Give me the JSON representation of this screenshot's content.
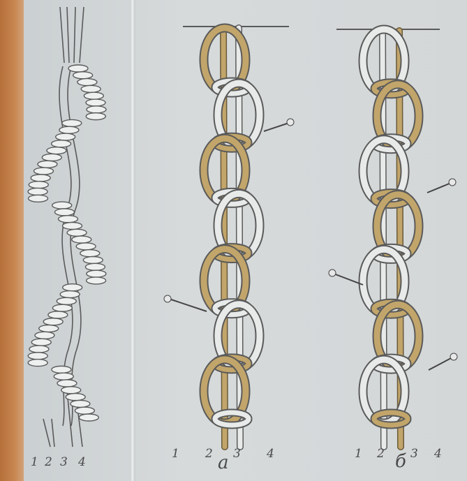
{
  "panel_left": {
    "cord_numbers": [
      "1",
      "2",
      "3",
      "4"
    ]
  },
  "panel_a": {
    "cord_numbers": [
      "1",
      "2",
      "3",
      "4"
    ],
    "caption": "а"
  },
  "panel_b": {
    "cord_numbers": [
      "1",
      "2",
      "3",
      "4"
    ],
    "caption": "б"
  },
  "colors": {
    "spine": "#c7854f",
    "paper": "#d3d7d8",
    "cord_tan": "#c2a56a",
    "cord_light": "#e8eaea",
    "outline": "#5a5a5a",
    "pin_head": "#e8e8e8"
  }
}
